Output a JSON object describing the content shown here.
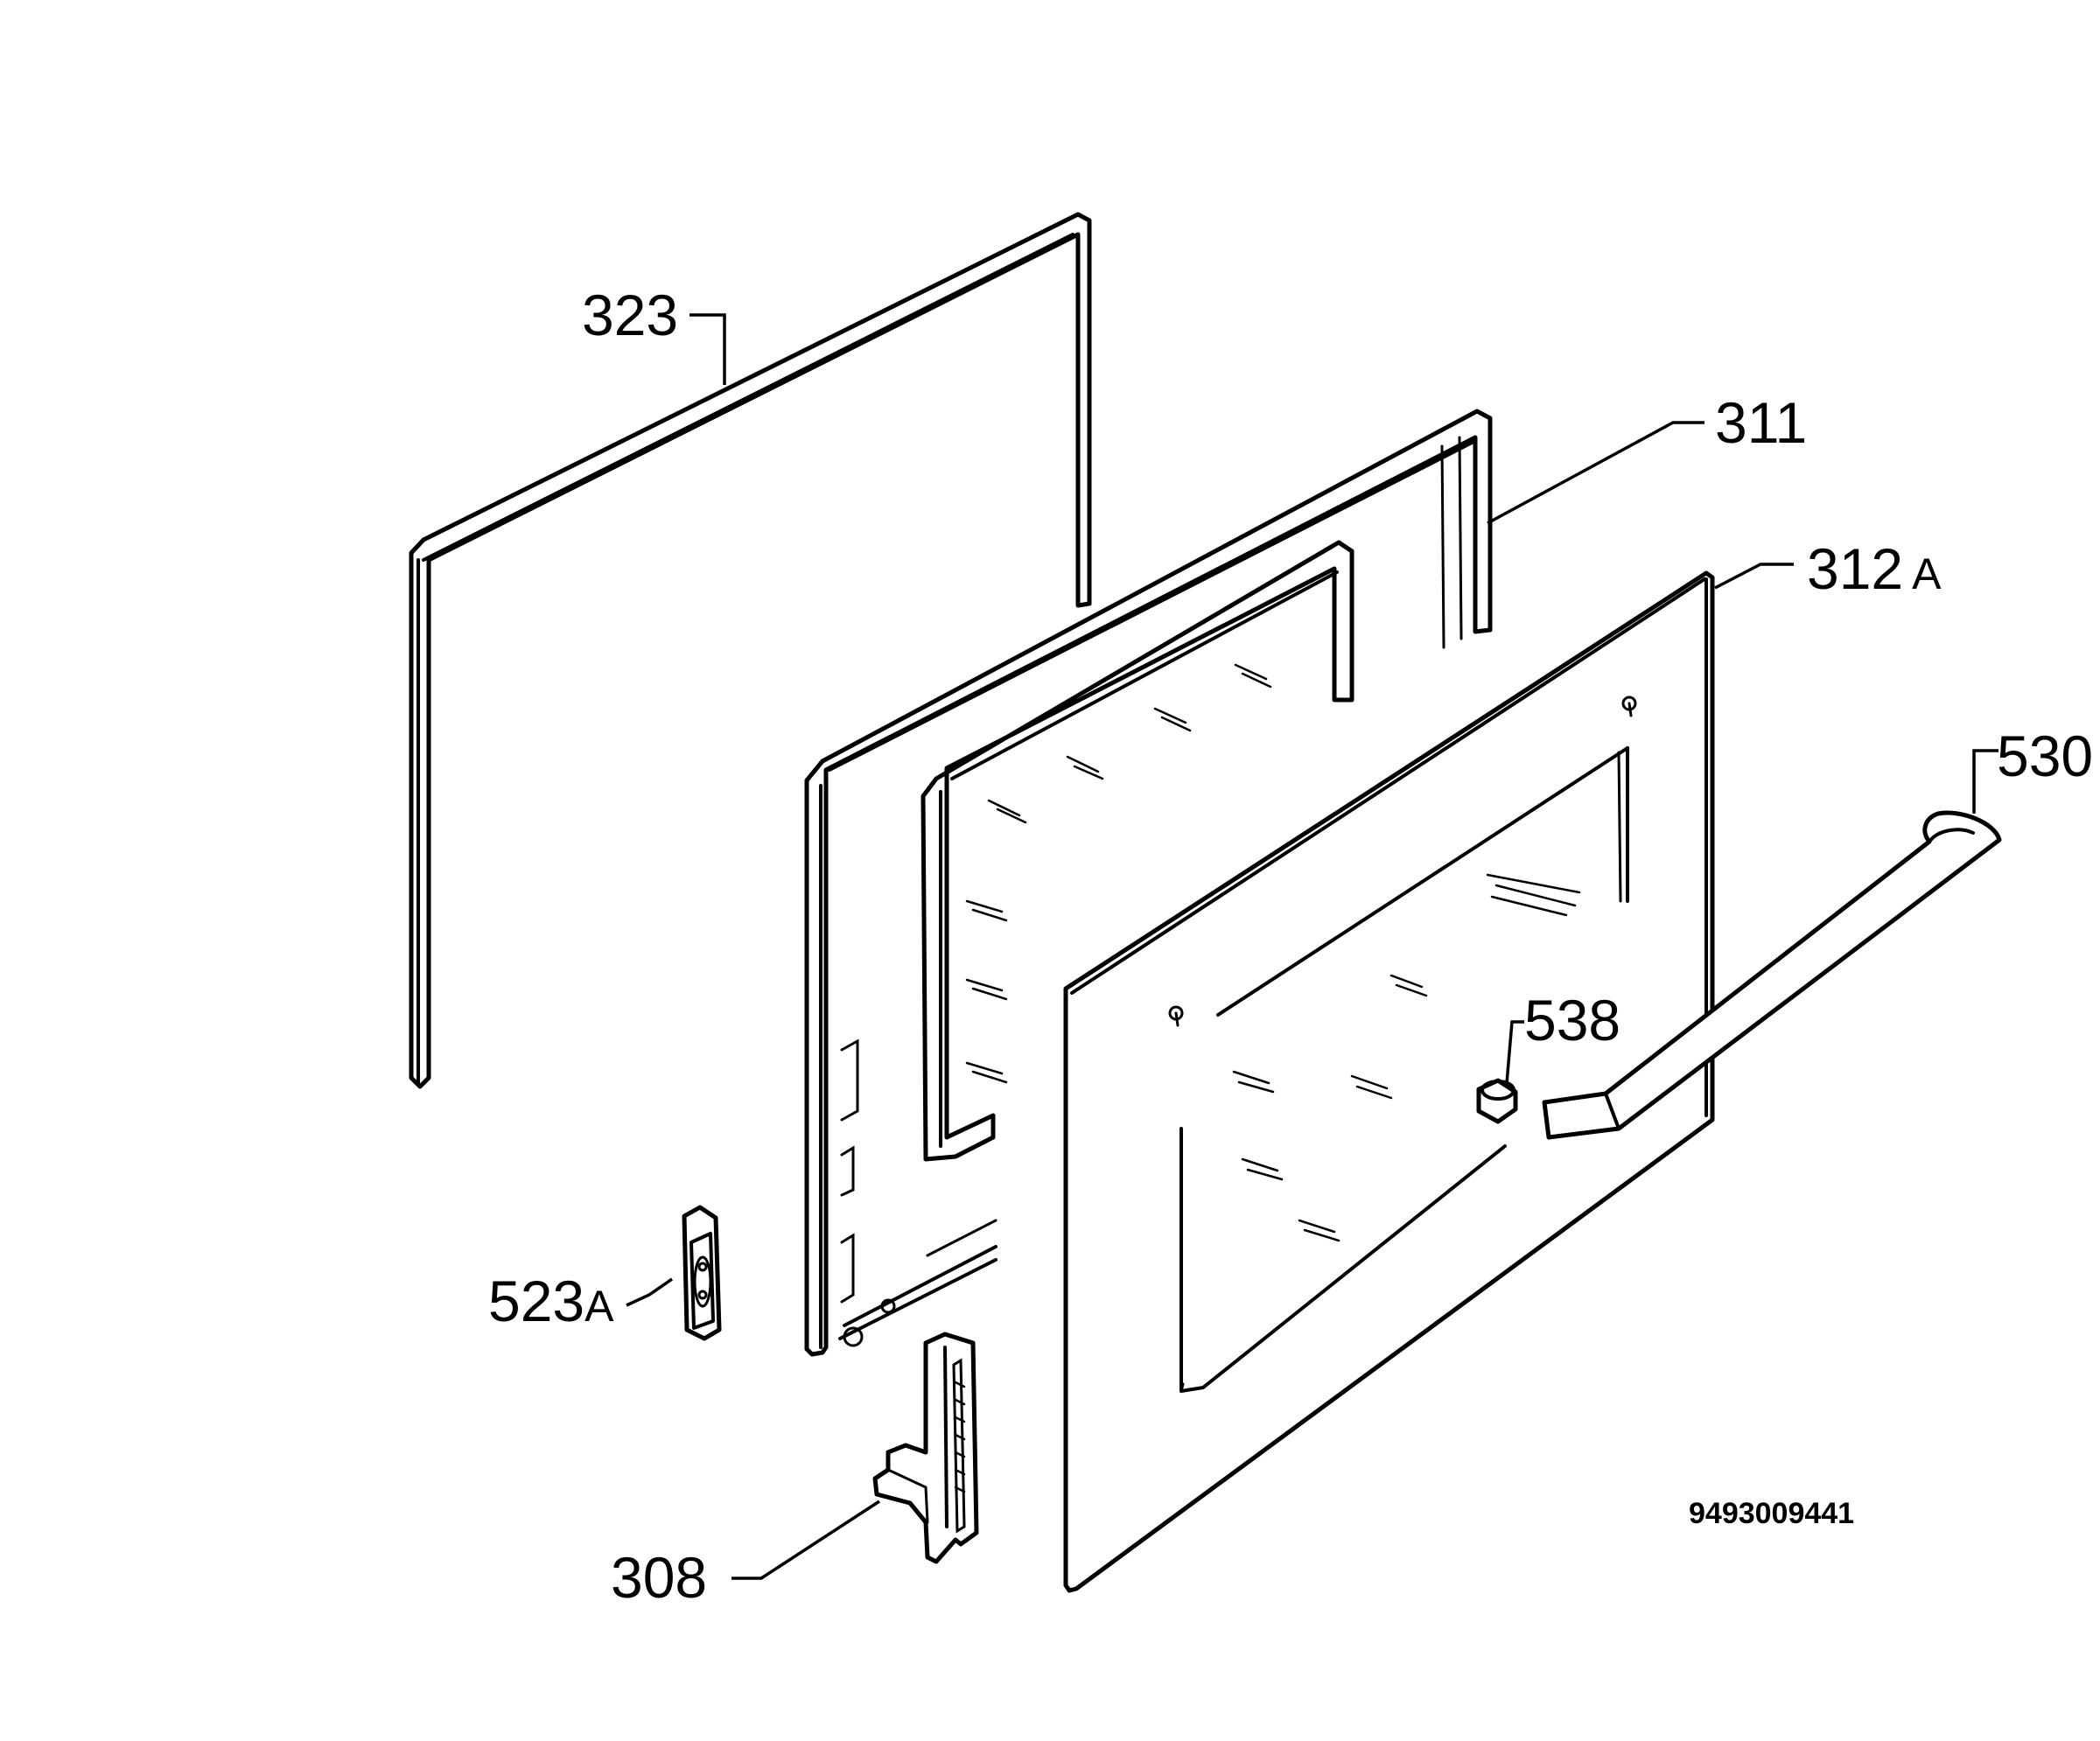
{
  "callouts": {
    "c323": {
      "number": "323",
      "suffix": ""
    },
    "c311": {
      "number": "311",
      "suffix": ""
    },
    "c312a": {
      "number": "312",
      "suffix": "A"
    },
    "c530": {
      "number": "530",
      "suffix": ""
    },
    "c538": {
      "number": "538",
      "suffix": ""
    },
    "c523a": {
      "number": "523",
      "suffix": "A"
    },
    "c308": {
      "number": "308",
      "suffix": ""
    }
  },
  "document_number": "9493009441"
}
